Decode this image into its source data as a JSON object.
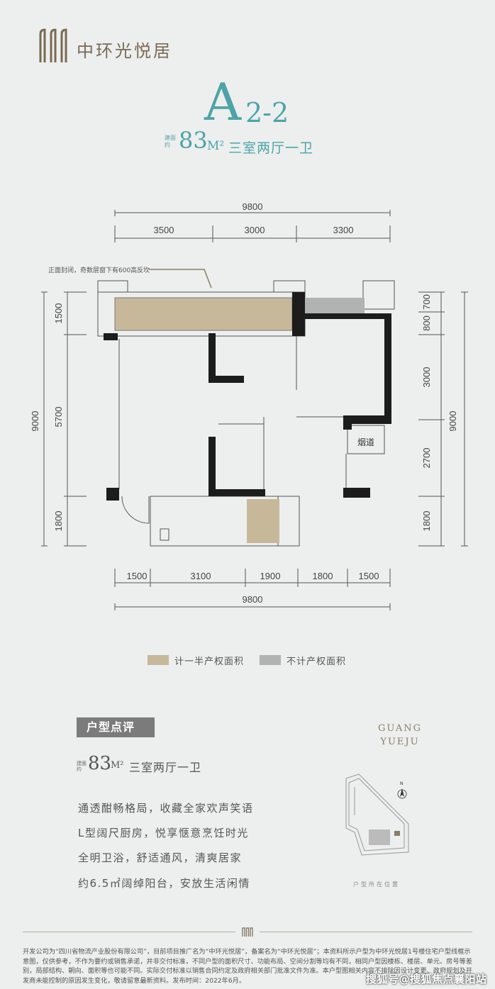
{
  "brand": {
    "name": "中环光悦居",
    "logo": "building-logo"
  },
  "unit": {
    "letter": "A",
    "subtype": "2-2",
    "area_label": "建面约",
    "area_value": "83",
    "area_unit": "M²",
    "layout": "三室两厅一卫"
  },
  "plan": {
    "top_total": "9800",
    "top_segments": [
      "3500",
      "3000",
      "3300"
    ],
    "bottom_segments": [
      "1500",
      "3100",
      "1900",
      "1800",
      "1500"
    ],
    "bottom_total": "9800",
    "left_total": "9000",
    "left_segments": [
      "1500",
      "5700",
      "1800"
    ],
    "right_total": "9000",
    "right_segments": [
      "700",
      "800",
      "3000",
      "2700",
      "1800"
    ],
    "note": "正面封闭，奇数层窗下有600高反坎",
    "flue_label": "烟道",
    "colors": {
      "half_area": "#c8b89a",
      "excluded_area": "#b1b3b3",
      "wall": "#1c1c1c"
    }
  },
  "legend": [
    {
      "label": "计一半产权面积",
      "color": "#c8b89a"
    },
    {
      "label": "不计产权面积",
      "color": "#b1b3b3"
    }
  ],
  "review": {
    "tag": "户型点评",
    "area_label": "建面约",
    "area_value": "83",
    "area_unit": "M²",
    "layout": "三室两厅一卫",
    "lines": [
      "通透酣畅格局，收藏全家欢声笑语",
      "L型阔尺厨房，悦享惬意烹饪时光",
      "全明卫浴，舒适通风，清爽居家",
      "约6.5㎡阔绰阳台，安放生活闲情"
    ]
  },
  "location": {
    "title_line1": "GUANG",
    "title_line2": "YUEJU",
    "caption": "户型所在位置",
    "compass": "N"
  },
  "footer": {
    "text": "开发公司为“四川省物流产业股份有限公司”，目前项目推广名为“中环光悦居”，备案名为“中环光悦居”；本资料所示户型为中环光悦居1号楼住宅户型线框示意图，仅供参考，不作为要约或销售承诺，并非交付标准，不同户型的面积尺寸、功能布局、空间分割等均有不同，相同户型因楼栋、楼层、单元、房号等差别，局部结构、朝向、面积等也可能不同。实际交付标准以销售合同约定及政府相关部门批准文件为准。本户型图相关内容不排除因设计变更、政府规划及开发商未能控制的原因发生变化，敬请留意最新资料。发布时间：2022年6月。"
  },
  "watermark": "搜狐号@搜狐焦点襄阳站"
}
